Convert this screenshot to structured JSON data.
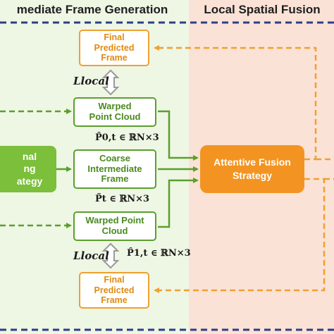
{
  "headers": {
    "left": "mediate Frame Generation",
    "right": "Local Spatial Fusion"
  },
  "boxes": {
    "final_top": [
      "Final",
      "Predicted",
      "Frame"
    ],
    "warped_top": [
      "Warped",
      "Point Cloud"
    ],
    "coarse": [
      "Coarse",
      "Intermediate",
      "Frame"
    ],
    "warped_bottom": [
      "Warped Point",
      "Cloud"
    ],
    "final_bottom": [
      "Final",
      "Predicted",
      "Frame"
    ],
    "sampling": [
      "nal",
      "ng",
      "ategy"
    ],
    "fusion": [
      "Attentive Fusion",
      "Strategy"
    ]
  },
  "labels": {
    "loss_top": "Llocal",
    "loss_bottom": "Llocal",
    "p0t": "P̂0,t ∈ ℝN×3",
    "pt": "P̃t ∈ ℝN×3",
    "p1t": "P̂1,t ∈ ℝN×3"
  },
  "colors": {
    "green": "#5aa02c",
    "orange": "#f0a030",
    "navy": "#2d3f86",
    "fusion_fill": "#f39422",
    "sampling_fill": "#7cbf3a"
  }
}
